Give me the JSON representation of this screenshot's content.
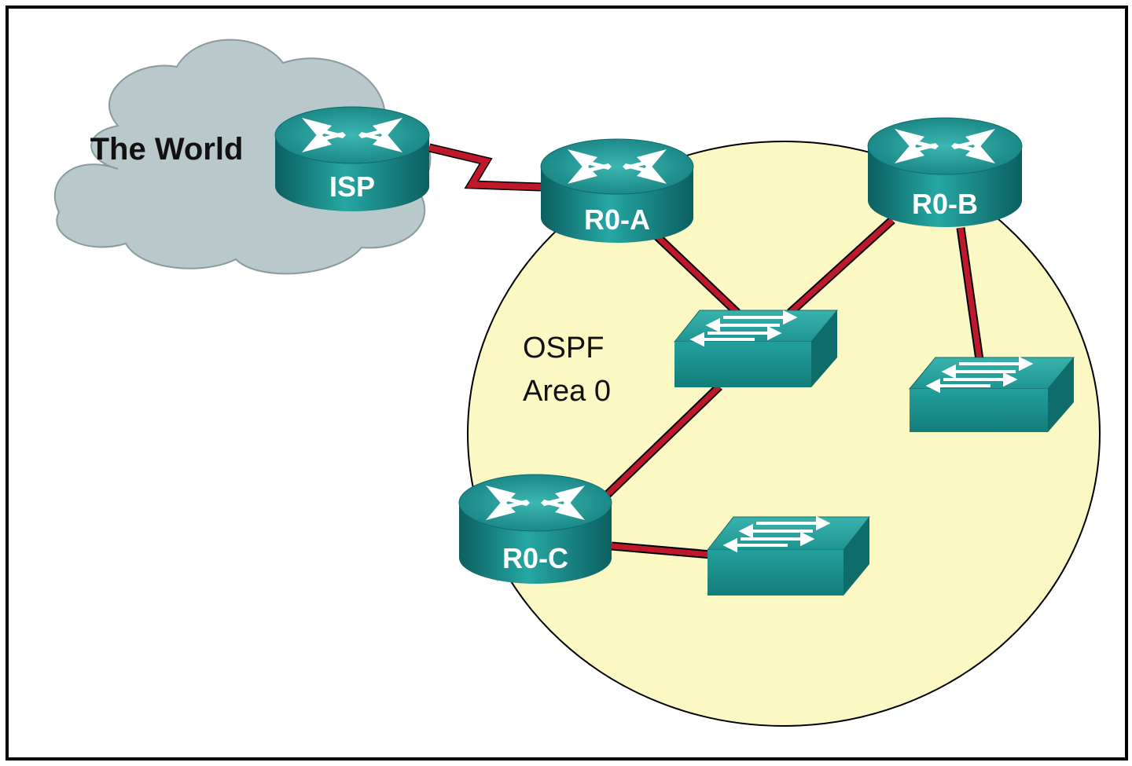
{
  "cloud": {
    "label": "The World"
  },
  "area": {
    "line1": "OSPF",
    "line2": "Area 0"
  },
  "routers": {
    "isp": {
      "label": "ISP"
    },
    "r0a": {
      "label": "R0-A"
    },
    "r0b": {
      "label": "R0-B"
    },
    "r0c": {
      "label": "R0-C"
    }
  },
  "colors": {
    "link": "#c0182b",
    "device": "#1b8f8f",
    "device_dark": "#0f6b6b",
    "area_fill": "#fcf8c4",
    "cloud_fill": "#b8c8cb"
  }
}
